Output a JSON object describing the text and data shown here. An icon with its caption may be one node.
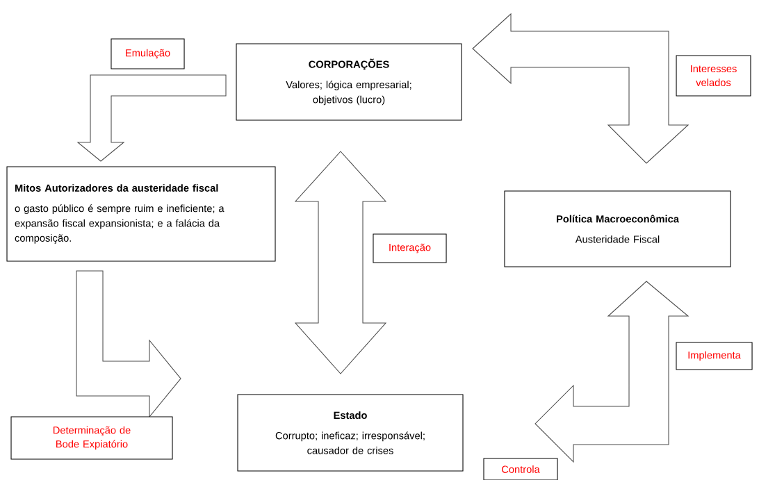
{
  "diagram": {
    "nodes": [
      {
        "text": [
          "CORPORAÇÕES",
          "Valores; lógica empresarial; objetivos (lucro)"
        ]
      },
      {
        "text": [
          "Mitos Autorizadores da austeridade fiscal",
          "o gasto público é sempre ruim e ineficiente; a expansão fiscal expansionista; e a falácia da composição."
        ]
      },
      {
        "text": [
          "Política Macroeconômica",
          "Austeridade Fiscal"
        ]
      },
      {
        "text": [
          "Estado",
          "Corrupto; ineficaz; irresponsável; causador de crises"
        ]
      }
    ],
    "edges": [
      {
        "from": 0,
        "to": 1,
        "arrow": "to"
      },
      {
        "from": 0,
        "to": 2,
        "arrow": "both"
      },
      {
        "from": 0,
        "to": 3,
        "arrow": "both"
      },
      {
        "from": 1,
        "to": 3,
        "arrow": "to"
      },
      {
        "from": 2,
        "to": 3,
        "arrow": "both"
      }
    ],
    "labels": [
      "Emulação",
      "Interesses velados",
      "Interação",
      "Implementa",
      "Determinação de Bode Expiatório",
      "Controla"
    ]
  }
}
